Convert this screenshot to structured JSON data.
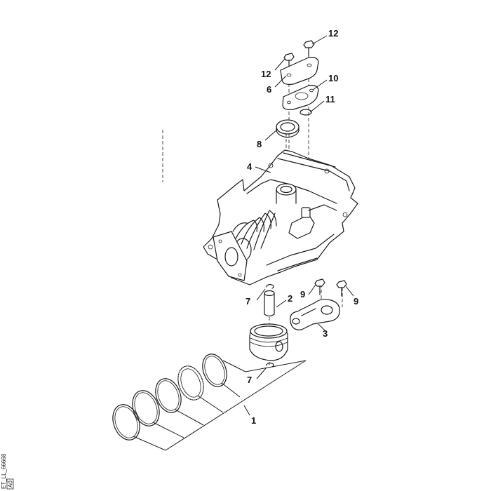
{
  "callouts": {
    "c1": "1",
    "c2": "2",
    "c3": "3",
    "c4": "4",
    "c6": "6",
    "c7a": "7",
    "c7b": "7",
    "c8": "8",
    "c9a": "9",
    "c9b": "9",
    "c10": "10",
    "c11": "11",
    "c12a": "12",
    "c12b": "12"
  },
  "document": {
    "id": "ET_LL_66668",
    "tag": "A0"
  }
}
